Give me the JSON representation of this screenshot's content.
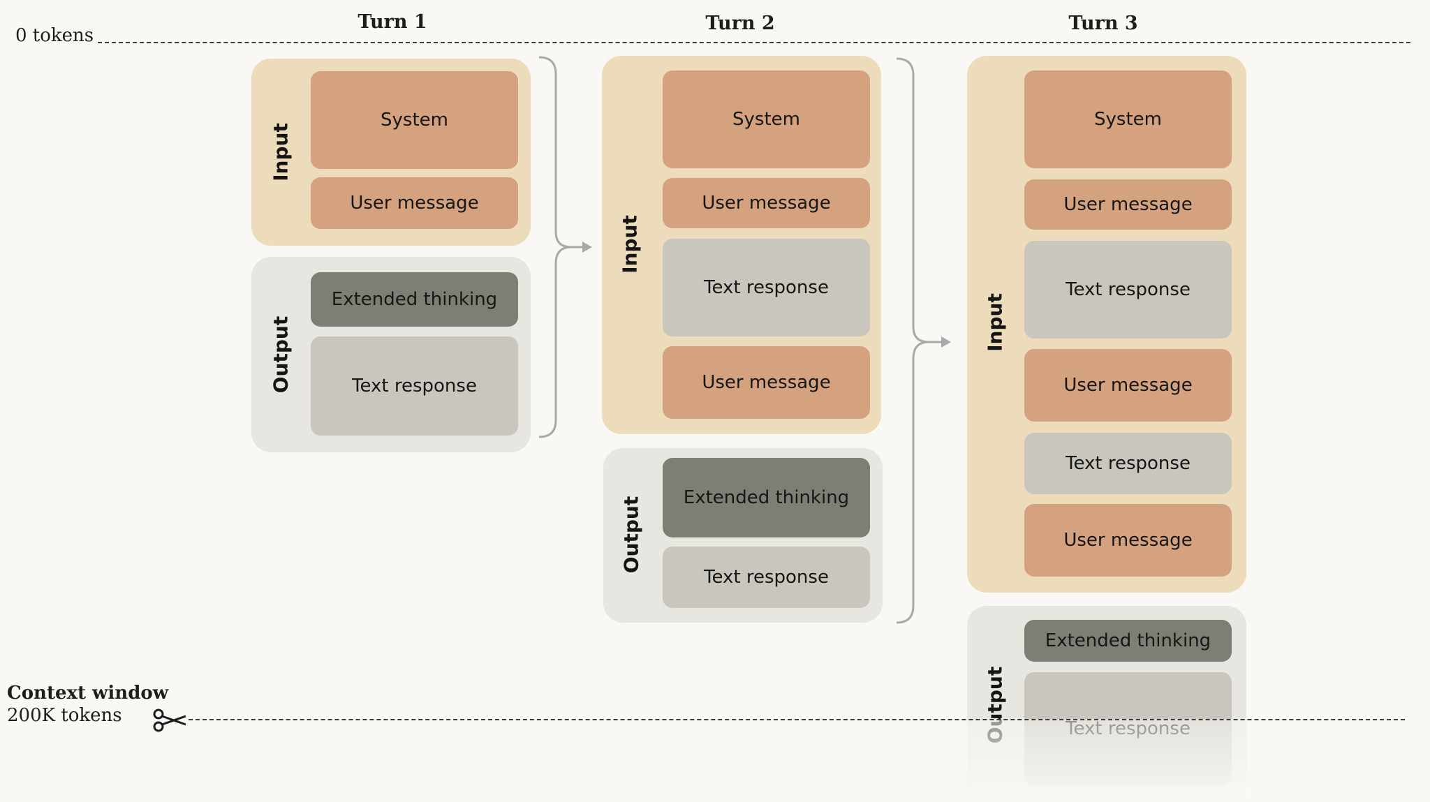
{
  "top_line": {
    "label": "0 tokens"
  },
  "bottom_line": {
    "title": "Context window",
    "subtitle": "200K tokens"
  },
  "turns": [
    {
      "title": "Turn 1",
      "input_label": "Input",
      "output_label": "Output",
      "input_blocks": [
        "System",
        "User message"
      ],
      "output_blocks": [
        "Extended thinking",
        "Text response"
      ]
    },
    {
      "title": "Turn 2",
      "input_label": "Input",
      "output_label": "Output",
      "input_blocks": [
        "System",
        "User message",
        "Text response",
        "User message"
      ],
      "output_blocks": [
        "Extended thinking",
        "Text response"
      ]
    },
    {
      "title": "Turn 3",
      "input_label": "Input",
      "output_label": "Output",
      "input_blocks": [
        "System",
        "User message",
        "Text response",
        "User message",
        "Text response",
        "User message"
      ],
      "output_blocks": [
        "Extended thinking",
        "Text response"
      ]
    }
  ],
  "colors": {
    "input_bg": "#ecdcbb",
    "output_bg": "#e8e6e0",
    "system_user_block": "#d4a27f",
    "text_response_block": "#c9c7bd",
    "extended_thinking_block": "#7f7e75"
  },
  "icons": {
    "cut": "scissors-icon",
    "flow": "bracket-arrow-icon"
  }
}
